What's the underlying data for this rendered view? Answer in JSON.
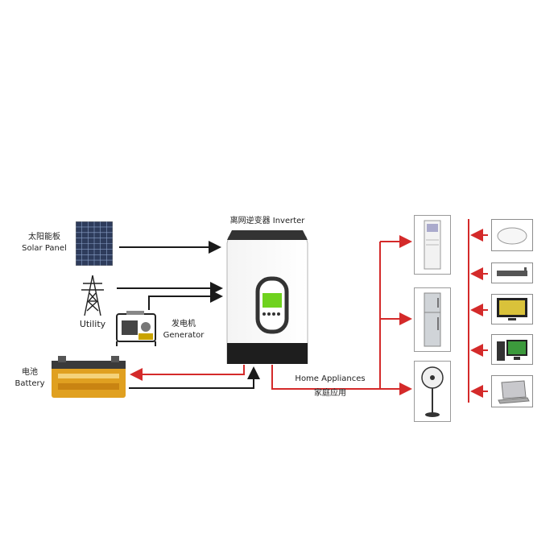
{
  "solar": {
    "zh": "太阳能板",
    "en": "Solar Panel"
  },
  "utility": {
    "en": "Utility"
  },
  "generator": {
    "zh": "发电机",
    "en": "Generator"
  },
  "battery": {
    "zh": "电池",
    "en": "Battery"
  },
  "inverter": {
    "title": "离网逆变器 Inverter"
  },
  "home": {
    "en": "Home Appliances",
    "zh": "家庭应用"
  },
  "appliances_large": [
    "air-conditioner",
    "refrigerator",
    "standing-fan"
  ],
  "appliances_small": [
    "ceiling-lamp",
    "set-top-box",
    "television",
    "desktop-computer",
    "laptop"
  ],
  "colors": {
    "ac_line": "#d42a2a",
    "dc_line": "#1a1a1a",
    "inverter_lcd": "#6fd21e"
  }
}
